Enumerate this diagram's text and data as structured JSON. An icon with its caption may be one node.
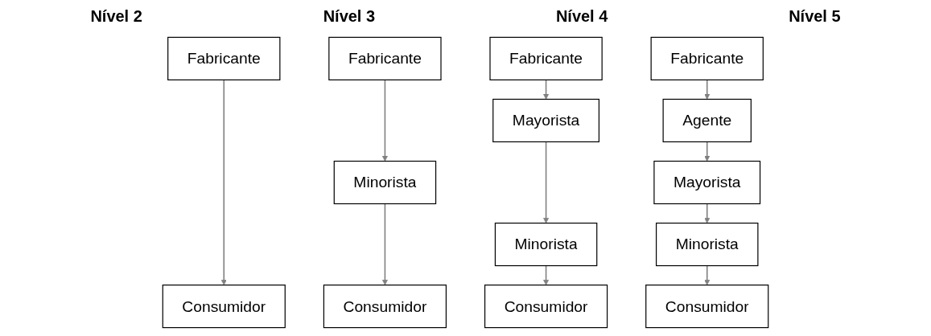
{
  "diagram": {
    "nodes": [
      {
        "text": [
          "Fabricante"
        ]
      },
      {
        "text": [
          "Consumidor"
        ]
      },
      {
        "text": [
          "Fabricante"
        ]
      },
      {
        "text": [
          "Minorista"
        ]
      },
      {
        "text": [
          "Consumidor"
        ]
      },
      {
        "text": [
          "Fabricante"
        ]
      },
      {
        "text": [
          "Mayorista"
        ]
      },
      {
        "text": [
          "Minorista"
        ]
      },
      {
        "text": [
          "Consumidor"
        ]
      },
      {
        "text": [
          "Fabricante"
        ]
      },
      {
        "text": [
          "Agente"
        ]
      },
      {
        "text": [
          "Mayorista"
        ]
      },
      {
        "text": [
          "Minorista"
        ]
      },
      {
        "text": [
          "Consumidor"
        ]
      }
    ],
    "edges": [
      {
        "from": 0,
        "to": 1,
        "arrow": "to"
      },
      {
        "from": 2,
        "to": 3,
        "arrow": "to"
      },
      {
        "from": 3,
        "to": 4,
        "arrow": "to"
      },
      {
        "from": 5,
        "to": 6,
        "arrow": "to"
      },
      {
        "from": 6,
        "to": 7,
        "arrow": "to"
      },
      {
        "from": 7,
        "to": 8,
        "arrow": "to"
      },
      {
        "from": 9,
        "to": 10,
        "arrow": "to"
      },
      {
        "from": 10,
        "to": 11,
        "arrow": "to"
      },
      {
        "from": 11,
        "to": 12,
        "arrow": "to"
      },
      {
        "from": 12,
        "to": 13,
        "arrow": "to"
      }
    ],
    "labels": [
      "Nível 2",
      "Nível 3",
      "Nível 4",
      "Nível 5"
    ]
  }
}
